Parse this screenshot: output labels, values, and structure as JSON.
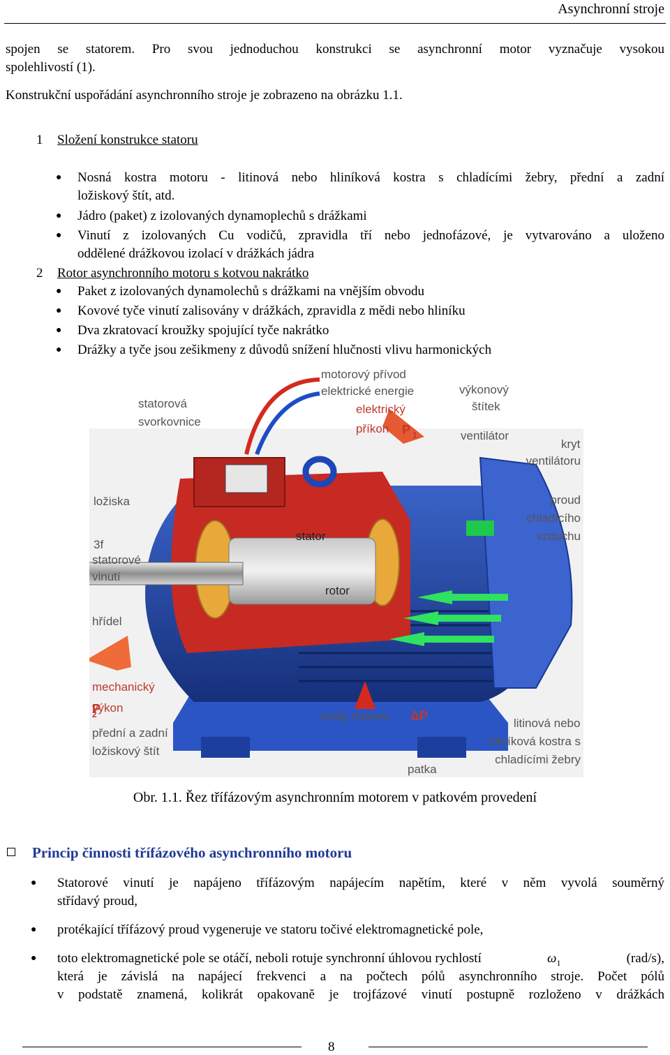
{
  "header": {
    "title": "Asynchronní stroje"
  },
  "intro": {
    "line1": "spojen se statorem. Pro svou jednoduchou konstrukci se asynchronní motor vyznačuje vysokou",
    "line2": "spolehlivostí (1).",
    "line3": "Konstrukční uspořádání asynchronního stroje je zobrazeno na obrázku 1.1."
  },
  "section1": {
    "number": "1",
    "title": "Složení konstrukce statoru",
    "items": [
      "Nosná kostra motoru - litinová nebo hliníková kostra s chladícími žebry, přední a zadní",
      "ložiskový štít, atd.",
      "Jádro (paket) z izolovaných dynamoplechů s drážkami",
      "Vinutí z izolovaných Cu vodičů, zpravidla tří nebo jednofázové, je vytvarováno a uloženo",
      "oddělené drážkovou izolací v drážkách jádra"
    ]
  },
  "section2": {
    "number": "2",
    "title": "Rotor asynchronního motoru s kotvou nakrátko",
    "items": [
      "Paket z izolovaných dynamolechů s drážkami na vnějším obvodu",
      "Kovové tyče vinutí zalisovány v drážkách, zpravidla z mědi nebo hliníku",
      "Dva zkratovací kroužky spojující tyče nakrátko",
      "Drážky a tyče jsou zešikmeny z důvodů snížení hlučnosti vlivu harmonických"
    ]
  },
  "figure": {
    "labels": {
      "motorovy_privod_1": "motorový přívod",
      "motorovy_privod_2": "elektrické energie",
      "elektricky": "elektrický",
      "prikon": "příkon",
      "p1": "P",
      "p1_sub": "1",
      "statorova_1": "statorová",
      "statorova_2": "svorkovnice",
      "vykonovy_1": "výkonový",
      "vykonovy_2": "štítek",
      "ventilator": "ventilátor",
      "kryt_1": "kryt",
      "kryt_2": "ventilátoru",
      "loziska": "ložiska",
      "proud_1": "proud",
      "proud_2": "chladícího",
      "proud_3": "vzduchu",
      "stator": "stator",
      "tri_f_1": "3f",
      "tri_f_2": "statorové",
      "tri_f_3": "vinutí",
      "rotor": "rotor",
      "hridel": "hřídel",
      "mech_1": "mechanický",
      "mech_2": "výkon",
      "p2": "P",
      "p2_sub": "2",
      "predni_1": "přední a zadní",
      "predni_2": "ložiskový štít",
      "ztraty": "ztráty motoru",
      "delta_p": "ΔP",
      "litinova_1": "litinová nebo",
      "litinova_2": "hliníková kostra s",
      "litinova_3": "chladícími žebry",
      "patka": "patka"
    }
  },
  "caption": "Obr. 1.1. Řez třífázovým asynchronním motorem v patkovém provedení",
  "section3": {
    "title": "Princip činnosti třífázového asynchronního motoru",
    "items": [
      "Statorové vinutí je napájeno třífázovým napájecím napětím, které v něm vyvolá souměrný",
      "střídavý proud,",
      "protékající třífázový proud vygeneruje ve statoru točivé elektromagnetické pole,",
      "toto elektromagnetické pole se otáčí, neboli rotuje synchronní úhlovou rychlostí",
      "ω",
      "1",
      "(rad/s),",
      "která je závislá na napájecí frekvenci a na počtech pólů asynchronního stroje. Počet pólů",
      "v podstatě znamená, kolikrát opakovaně je trojfázové vinutí postupně rozloženo v drážkách"
    ]
  },
  "footer": {
    "page": "8"
  }
}
